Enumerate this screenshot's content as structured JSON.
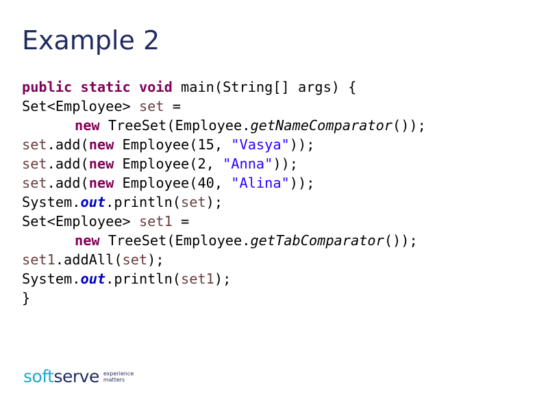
{
  "slide": {
    "title": "Example 2"
  },
  "code": {
    "l1": {
      "kw1": "public",
      "kw2": "static",
      "kw3": "void",
      "rest": " main(String[] args) {"
    },
    "l2": {
      "a": "Set<Employee> ",
      "var": "set",
      "b": " ="
    },
    "l3": {
      "kw": "new",
      "a": " TreeSet(Employee.",
      "method": "getNameComparator",
      "b": "());"
    },
    "l4": {
      "var": "set",
      "a": ".add(",
      "kw": "new",
      "b": " Employee(15, ",
      "str": "\"Vasya\"",
      "c": "));"
    },
    "l5": {
      "var": "set",
      "a": ".add(",
      "kw": "new",
      "b": " Employee(2, ",
      "str": "\"Anna\"",
      "c": "));"
    },
    "l6": {
      "var": "set",
      "a": ".add(",
      "kw": "new",
      "b": " Employee(40, ",
      "str": "\"Alina\"",
      "c": "));"
    },
    "l7": {
      "a": "System.",
      "field": "out",
      "b": ".println(",
      "var": "set",
      "c": ");"
    },
    "l8": {
      "a": "Set<Employee> ",
      "var": "set1",
      "b": " ="
    },
    "l9": {
      "kw": "new",
      "a": " TreeSet(Employee.",
      "method": "getTabComparator",
      "b": "());"
    },
    "l10": {
      "var": "set1",
      "a": ".addAll(",
      "var2": "set",
      "b": ");"
    },
    "l11": {
      "a": "System.",
      "field": "out",
      "b": ".println(",
      "var": "set1",
      "c": ");"
    },
    "l12": {
      "a": "}"
    }
  },
  "logo": {
    "soft": "soft",
    "serve": "serve",
    "tagline_1": "experience",
    "tagline_2": "matters"
  },
  "colors": {
    "title": "#1f2a5e",
    "keyword": "#7f0055",
    "variable": "#6a3e3e",
    "string": "#2a00ff",
    "static_field": "#0000c0",
    "logo_soft": "#23a7c7",
    "logo_serve": "#1f2a5e"
  }
}
